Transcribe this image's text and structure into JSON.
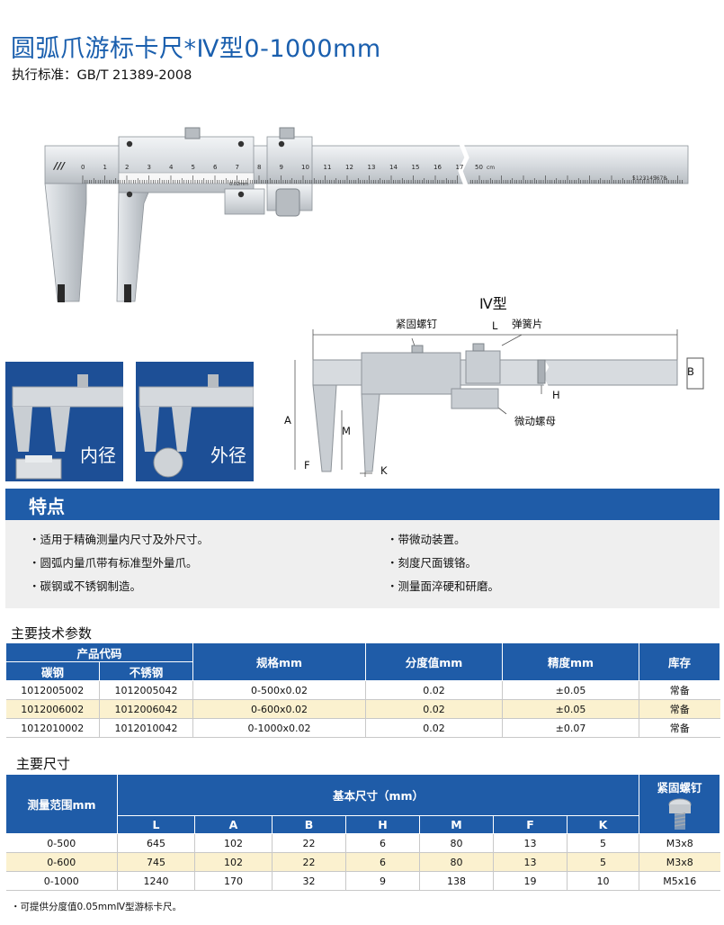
{
  "header": {
    "title": "圆弧爪游标卡尺*Ⅳ型0-1000mm",
    "standard": "执行标准：GB/T 21389-2008"
  },
  "caliper": {
    "brand_mark": "///",
    "scale_numbers": [
      "0",
      "1",
      "2",
      "3",
      "4",
      "5",
      "6",
      "7",
      "8",
      "9",
      "10",
      "11",
      "12",
      "13",
      "14",
      "15",
      "16",
      "17",
      "50"
    ],
    "unit": "cm",
    "serial": "5123145678",
    "vernier_text": "0.02mm"
  },
  "diagram": {
    "type_label": "Ⅳ型",
    "labels": {
      "screw": "紧固螺钉",
      "L": "L",
      "spring": "弹簧片",
      "B": "B",
      "H": "H",
      "fine": "微动螺母",
      "A": "A",
      "M": "M",
      "F": "F",
      "K": "K"
    }
  },
  "panels": {
    "inner": "内径",
    "outer": "外径"
  },
  "features": {
    "title": "特点",
    "items": [
      "适用于精确测量内尺寸及外尺寸。",
      "圆弧内量爪带有标准型外量爪。",
      "碳钢或不锈钢制造。",
      "带微动装置。",
      "刻度尺面镀铬。",
      "测量面淬硬和研磨。"
    ]
  },
  "spec_table": {
    "title": "主要技术参数",
    "header_code": "产品代码",
    "header_carbon": "碳钢",
    "header_stainless": "不锈钢",
    "header_spec": "规格mm",
    "header_res": "分度值mm",
    "header_acc": "精度mm",
    "header_stock": "库存",
    "rows": [
      {
        "carbon": "1012005002",
        "stainless": "1012005042",
        "spec": "0-500x0.02",
        "res": "0.02",
        "acc": "±0.05",
        "stock": "常备"
      },
      {
        "carbon": "1012006002",
        "stainless": "1012006042",
        "spec": "0-600x0.02",
        "res": "0.02",
        "acc": "±0.05",
        "stock": "常备"
      },
      {
        "carbon": "1012010002",
        "stainless": "1012010042",
        "spec": "0-1000x0.02",
        "res": "0.02",
        "acc": "±0.07",
        "stock": "常备"
      }
    ]
  },
  "dim_table": {
    "title": "主要尺寸",
    "header_range": "测量范围mm",
    "header_basic": "基本尺寸（mm）",
    "header_screw": "紧固螺钉",
    "cols": [
      "L",
      "A",
      "B",
      "H",
      "M",
      "F",
      "K"
    ],
    "rows": [
      {
        "range": "0-500",
        "L": "645",
        "A": "102",
        "B": "22",
        "H": "6",
        "M": "80",
        "F": "13",
        "K": "5",
        "screw": "M3x8"
      },
      {
        "range": "0-600",
        "L": "745",
        "A": "102",
        "B": "22",
        "H": "6",
        "M": "80",
        "F": "13",
        "K": "5",
        "screw": "M3x8"
      },
      {
        "range": "0-1000",
        "L": "1240",
        "A": "170",
        "B": "32",
        "H": "9",
        "M": "138",
        "F": "19",
        "K": "10",
        "screw": "M5x16"
      }
    ]
  },
  "footnote": "・可提供分度值0.05mmⅣ型游标卡尺。",
  "colors": {
    "accent": "#1f5ca8",
    "title": "#1a5fae",
    "highlight_row": "#fbf1cf",
    "feature_bg": "#efefef"
  }
}
